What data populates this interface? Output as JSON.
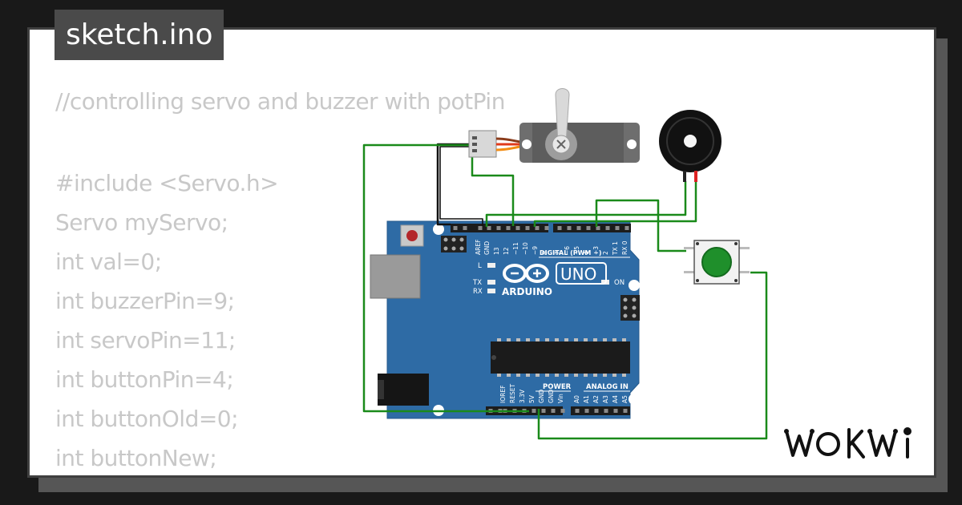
{
  "title": "sketch.ino",
  "code_lines": [
    "//controlling servo and buzzer with potPin",
    "#include <Servo.h>",
    "Servo myServo;",
    "int val=0;",
    "int buzzerPin=9;",
    "int servoPin=11;",
    "int buttonPin=4;",
    "int buttonOld=0;",
    "int buttonNew;"
  ],
  "board": {
    "brand": "ARDUINO",
    "model": "UNO",
    "digital_label": "DIGITAL (PWM ~)",
    "power_label": "POWER",
    "analog_label": "ANALOG IN",
    "on_label": "ON",
    "led_l": "L",
    "led_tx": "TX",
    "led_rx": "RX",
    "digital_pins": [
      "AREF",
      "GND",
      "13",
      "12",
      "~11",
      "~10",
      "~9",
      "8",
      "7",
      "~6",
      "~5",
      "4",
      "~3",
      "2",
      "TX 1",
      "RX 0"
    ],
    "power_pins": [
      "IOREF",
      "RESET",
      "3.3V",
      "5V",
      "GND",
      "GND",
      "Vin"
    ],
    "analog_pins": [
      "A0",
      "A1",
      "A2",
      "A3",
      "A4",
      "A5"
    ]
  },
  "logo": "WOKWi",
  "colors": {
    "background": "#191919",
    "card": "#ffffff",
    "title_bg": "#4a4a4a",
    "board": "#2e6ba5",
    "wire": "#1a8a1a",
    "button_cap": "#1f8f2b"
  }
}
